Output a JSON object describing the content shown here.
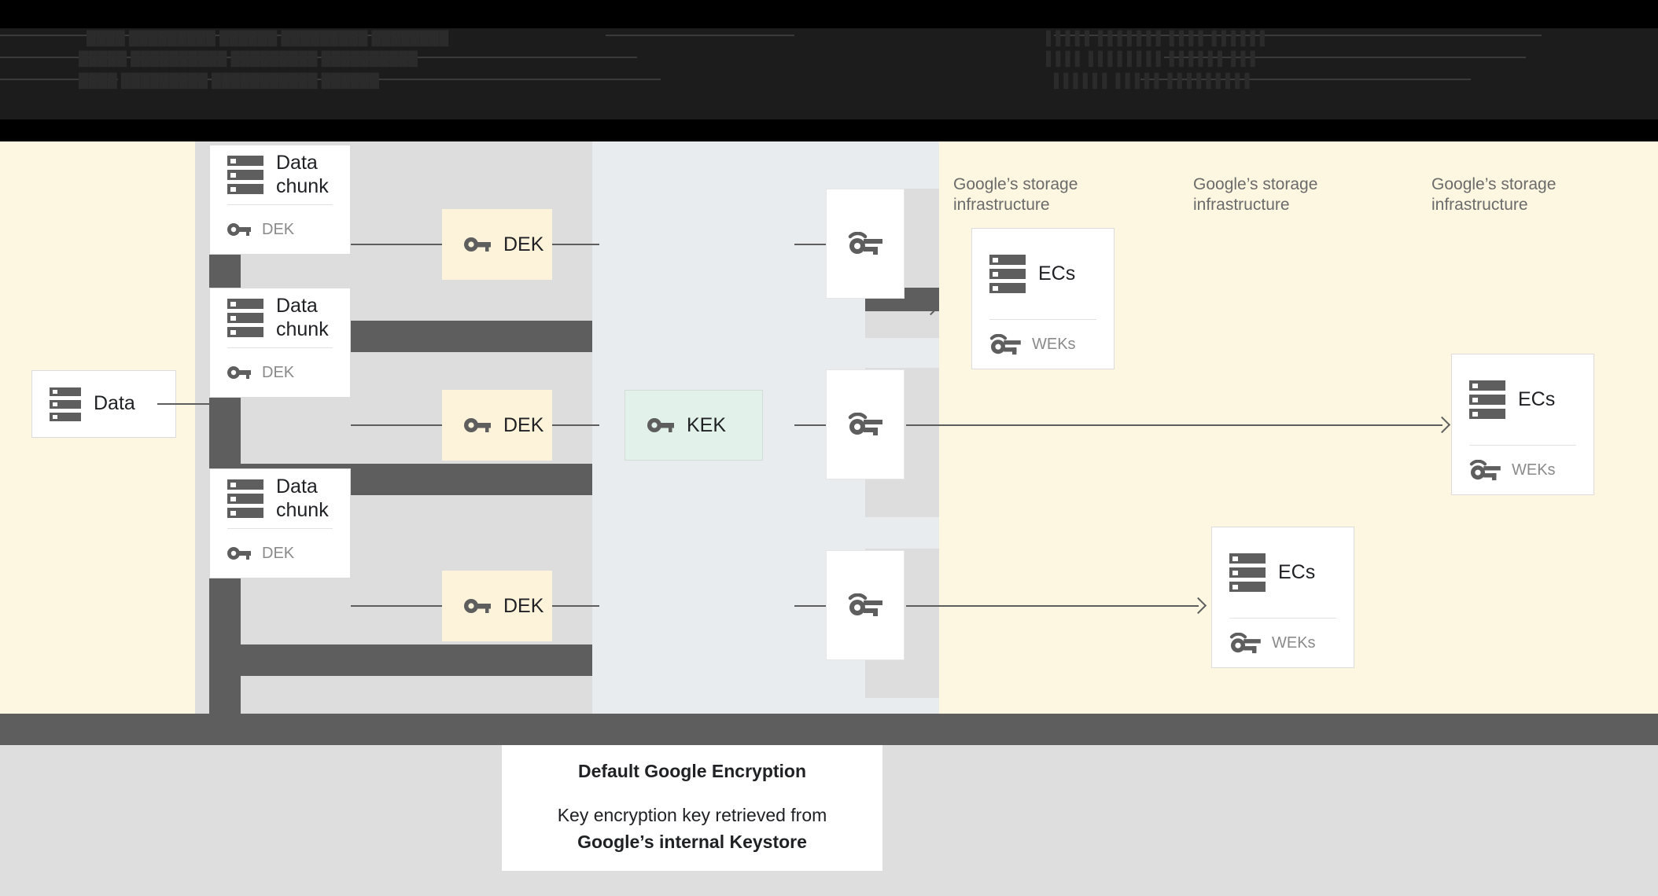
{
  "banner": {
    "obscured": true,
    "note": "top toolbar text is rendered near-black on black and is not legible",
    "lines": [
      "████ █████████ ██████ █████████ ████████",
      "█████ ██████████ █████████ ██████████",
      "████ █████████ ███████████ ██████"
    ]
  },
  "colors": {
    "page_background": "#fdf6e0",
    "cream": "#fdf6e0",
    "pale_gray": "#dddddd",
    "gray_blue": "#e8ecee",
    "dark_bar": "#5e5e5e",
    "dek_fill": "#fdf3da",
    "kek_fill": "#e2f1ea",
    "card_white": "#ffffff",
    "footer_gray": "#dededf",
    "muted_text": "#8a8a8a",
    "label_text": "#6b6b6b",
    "body_text": "#202124"
  },
  "diagram": {
    "source": {
      "title": "Data",
      "icon": "storage-server-icon"
    },
    "chunks": [
      {
        "title": "Data\nchunk",
        "key_label": "DEK",
        "icon": "storage-server-icon",
        "key_icon": "key-icon"
      },
      {
        "title": "Data\nchunk",
        "key_label": "DEK",
        "icon": "storage-server-icon",
        "key_icon": "key-icon"
      },
      {
        "title": "Data\nchunk",
        "key_label": "DEK",
        "icon": "storage-server-icon",
        "key_icon": "key-icon"
      }
    ],
    "dek_boxes": [
      {
        "label": "DEK",
        "icon": "key-icon"
      },
      {
        "label": "DEK",
        "icon": "key-icon"
      },
      {
        "label": "DEK",
        "icon": "key-icon"
      }
    ],
    "kek_box": {
      "label": "KEK",
      "icon": "key-icon"
    },
    "wek_boxes": [
      {
        "icon": "wrapped-key-icon"
      },
      {
        "icon": "wrapped-key-icon"
      },
      {
        "icon": "wrapped-key-icon"
      }
    ],
    "storage_labels": [
      "Google’s storage\ninfrastructure",
      "Google’s storage\ninfrastructure",
      "Google’s storage\ninfrastructure"
    ],
    "ec_cards": [
      {
        "title": "ECs",
        "key_label": "WEKs",
        "icon": "storage-server-icon",
        "key_icon": "wrapped-key-icon"
      },
      {
        "title": "ECs",
        "key_label": "WEKs",
        "icon": "storage-server-icon",
        "key_icon": "wrapped-key-icon"
      },
      {
        "title": "ECs",
        "key_label": "WEKs",
        "icon": "storage-server-icon",
        "key_icon": "wrapped-key-icon"
      }
    ]
  },
  "caption": {
    "title": "Default Google Encryption",
    "body_line_1": "Key encryption key retrieved from",
    "body_line_2": "Google’s internal Keystore"
  }
}
